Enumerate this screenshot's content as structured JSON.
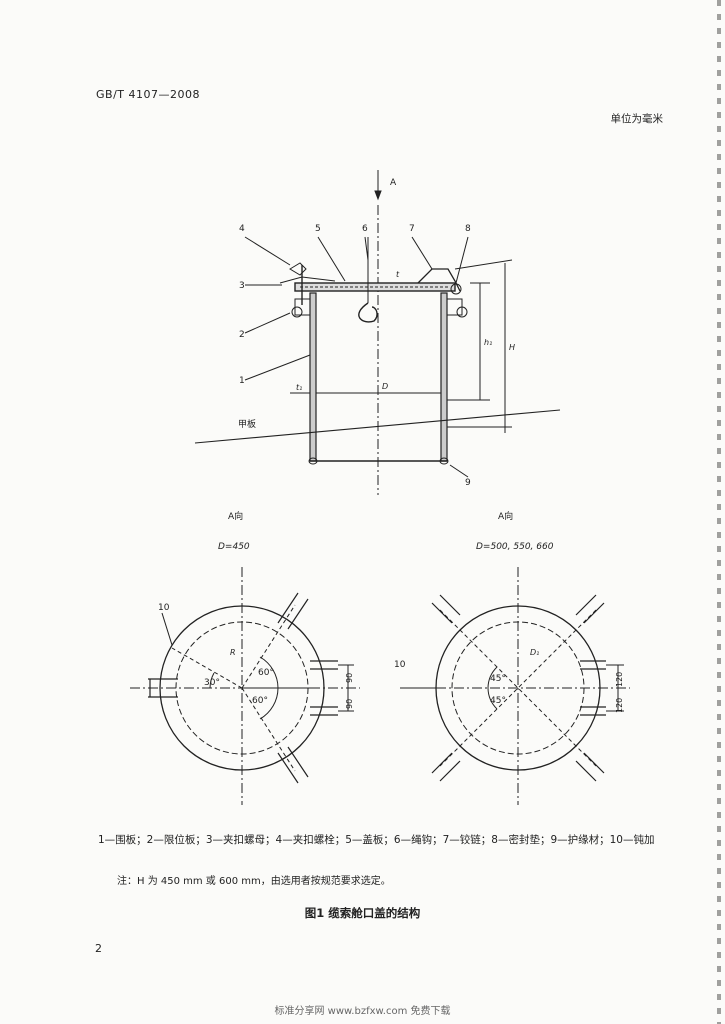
{
  "header": {
    "standard_code": "GB/T 4107—2008",
    "unit_note": "单位为毫米"
  },
  "main_view": {
    "direction_label": "A",
    "callouts": [
      "1",
      "2",
      "3",
      "4",
      "5",
      "6",
      "7",
      "8",
      "9"
    ],
    "dims": {
      "t": "t",
      "t1": "t₁",
      "h1": "h₁",
      "H": "H",
      "D": "D"
    },
    "deck_label": "甲板"
  },
  "view_left": {
    "title": "A向",
    "subtitle": "D=450",
    "callout": "10",
    "angles": [
      "30°",
      "60°",
      "60°"
    ],
    "dims": [
      "90",
      "90"
    ],
    "radius_label": "R"
  },
  "view_right": {
    "title": "A向",
    "subtitle": "D=500, 550, 660",
    "callout": "10",
    "angles": [
      "45°",
      "45°"
    ],
    "dims": [
      "120",
      "120"
    ],
    "radius_label": "D₁"
  },
  "legend": "1—围板；2—限位板；3—夹扣螺母；4—夹扣螺栓；5—盖板；6—绳钩；7—铰链；8—密封垫；9—护缘材；10—钝加",
  "note": "注：H 为 450 mm 或 600 mm，由选用者按规范要求选定。",
  "caption": "图1  缆索舱口盖的结构",
  "page_number": "2",
  "footer": "标准分享网 www.bzfxw.com 免费下载"
}
